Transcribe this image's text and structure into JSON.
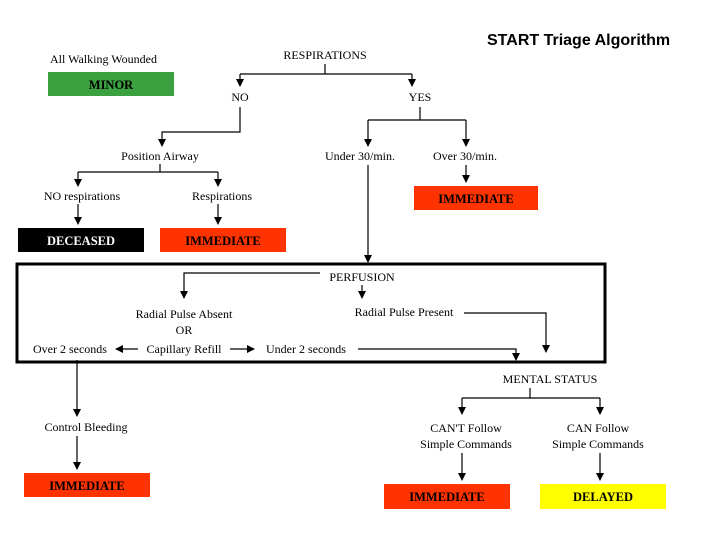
{
  "title": "START Triage Algorithm",
  "colors": {
    "minor": "#3aa040",
    "immediate": "#ff3300",
    "deceased": "#000000",
    "delayed": "#ffff00"
  },
  "nodes": {
    "walking_wounded": "All Walking Wounded",
    "minor": "MINOR",
    "respirations": "RESPIRATIONS",
    "no": "NO",
    "yes": "YES",
    "position_airway": "Position Airway",
    "under_30": "Under 30/min.",
    "over_30": "Over 30/min.",
    "no_respirations": "NO respirations",
    "respirations_after": "Respirations",
    "immediate_over30": "IMMEDIATE",
    "deceased": "DECEASED",
    "immediate_airway": "IMMEDIATE",
    "perfusion": "PERFUSION",
    "radial_absent": "Radial Pulse Absent",
    "or": "OR",
    "radial_present": "Radial Pulse Present",
    "over_2": "Over 2 seconds",
    "cap_refill": "Capillary Refill",
    "under_2": "Under 2 seconds",
    "mental_status": "MENTAL STATUS",
    "control_bleeding": "Control Bleeding",
    "cant_follow_1": "CAN'T Follow",
    "cant_follow_2": "Simple Commands",
    "can_follow_1": "CAN Follow",
    "can_follow_2": "Simple Commands",
    "immediate_bleeding": "IMMEDIATE",
    "immediate_mental": "IMMEDIATE",
    "delayed": "DELAYED"
  }
}
